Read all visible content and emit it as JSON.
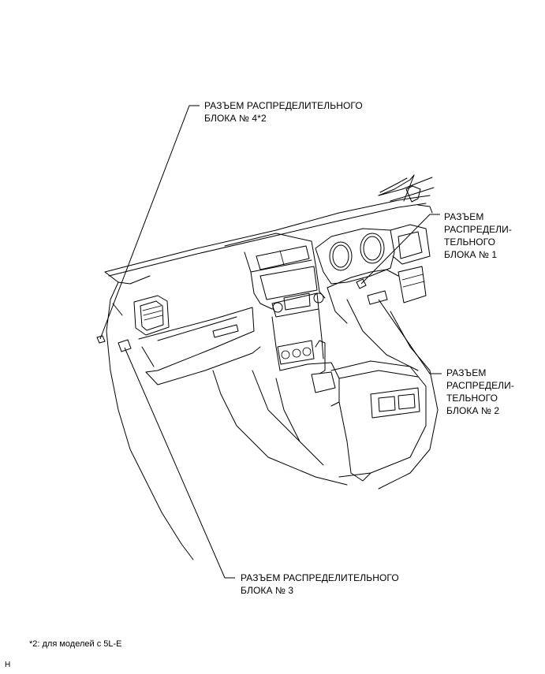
{
  "labels": {
    "connector_4": "РАЗЪЕМ РАСПРЕДЕЛИТЕЛЬНОГО\nБЛОКА № 4*2",
    "connector_1": "РАЗЪЕМ\nРАСПРЕДЕЛИ-\nТЕЛЬНОГО\nБЛОКА № 1",
    "connector_2": "РАЗЪЕМ\nРАСПРЕДЕЛИ-\nТЕЛЬНОГО\nБЛОКА № 2",
    "connector_3": "РАЗЪЕМ РАСПРЕДЕЛИТЕЛЬНОГО\nБЛОКА № 3"
  },
  "footnote": "*2: для моделей с 5L-E",
  "corner_mark": "H"
}
